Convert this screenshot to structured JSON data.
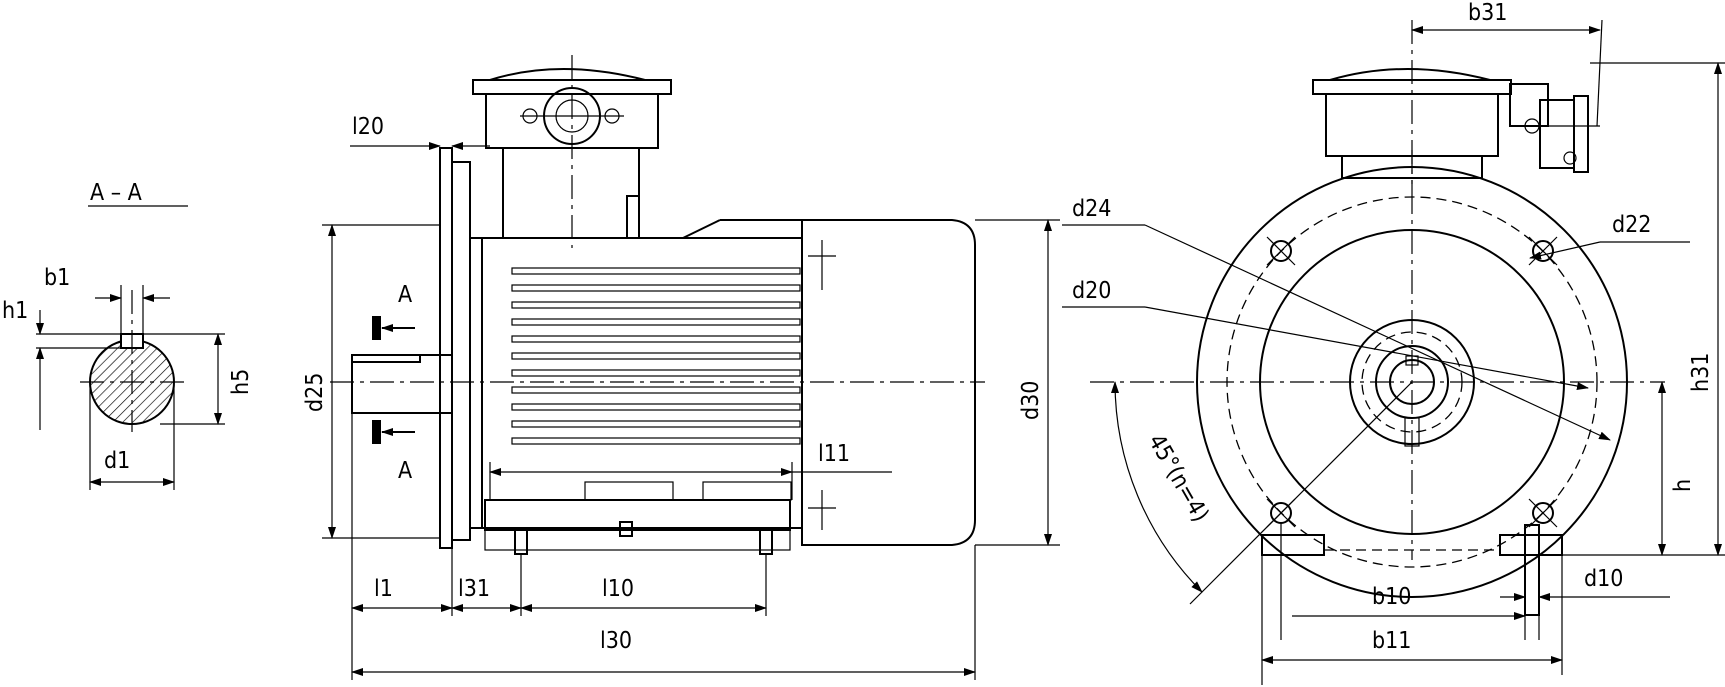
{
  "section": {
    "title": "A – A",
    "arrow_letter_top": "A",
    "arrow_letter_bottom": "A"
  },
  "labels": {
    "b1": "b1",
    "h1": "h1",
    "h5": "h5",
    "d1": "d1",
    "l20": "l20",
    "d25": "d25",
    "d30": "d30",
    "l11": "l11",
    "l1": "l1",
    "l31": "l31",
    "l10": "l10",
    "l30": "l30",
    "b31": "b31",
    "h31": "h31",
    "d24": "d24",
    "d22": "d22",
    "d20": "d20",
    "angle": "45°(n=4)",
    "h": "h",
    "b10": "b10",
    "d10": "d10",
    "b11": "b11"
  }
}
